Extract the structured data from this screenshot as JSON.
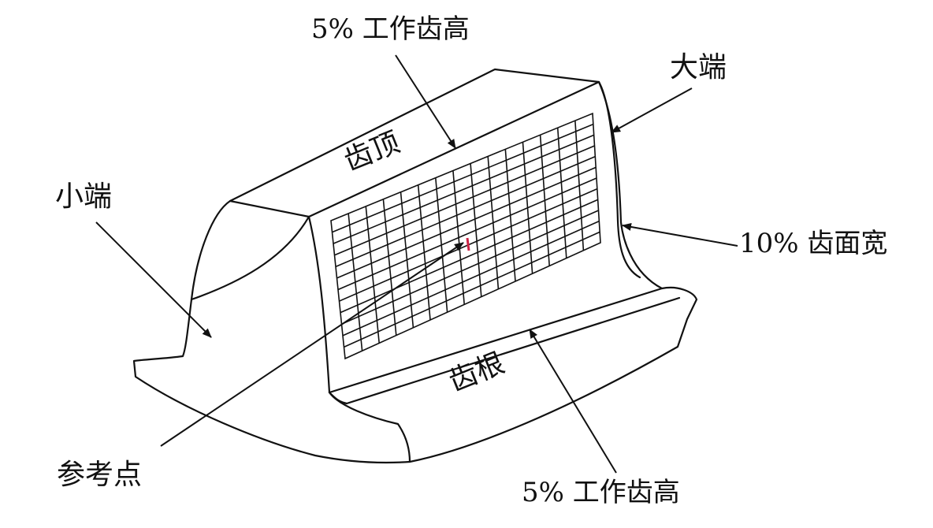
{
  "labels": {
    "top_working_depth": "5% 工作齿高",
    "heel": "大端",
    "toe": "小端",
    "tip": "齿顶",
    "face_width": "10% 齿面宽",
    "root": "齿根",
    "reference_point": "参考点",
    "bottom_working_depth": "5% 工作齿高"
  },
  "colors": {
    "line": "#111111",
    "background": "#ffffff",
    "reference_mark": "#cc2244"
  },
  "grid": {
    "columns": 15,
    "rows": 12
  }
}
